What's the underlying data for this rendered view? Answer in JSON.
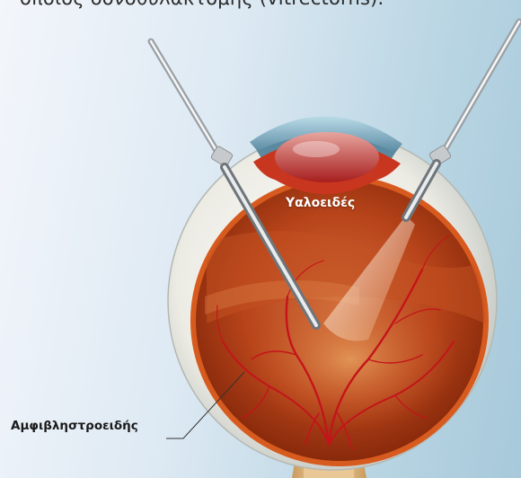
{
  "header": {
    "caption": "οποίος δονοθυλακτόμης (vitrectorhs)."
  },
  "labels": {
    "vitreous": "Υαλοειδές",
    "retina": "Αμφιβληστροειδής"
  },
  "icons": {
    "vitrector": "instrument-probe",
    "light_pipe": "instrument-light",
    "eye": "eyeball-cross-section"
  },
  "colors": {
    "sclera": "#ecebe4",
    "retina": "#b8441a",
    "vessel": "#c4141a",
    "nerve": "#e7c08a"
  }
}
